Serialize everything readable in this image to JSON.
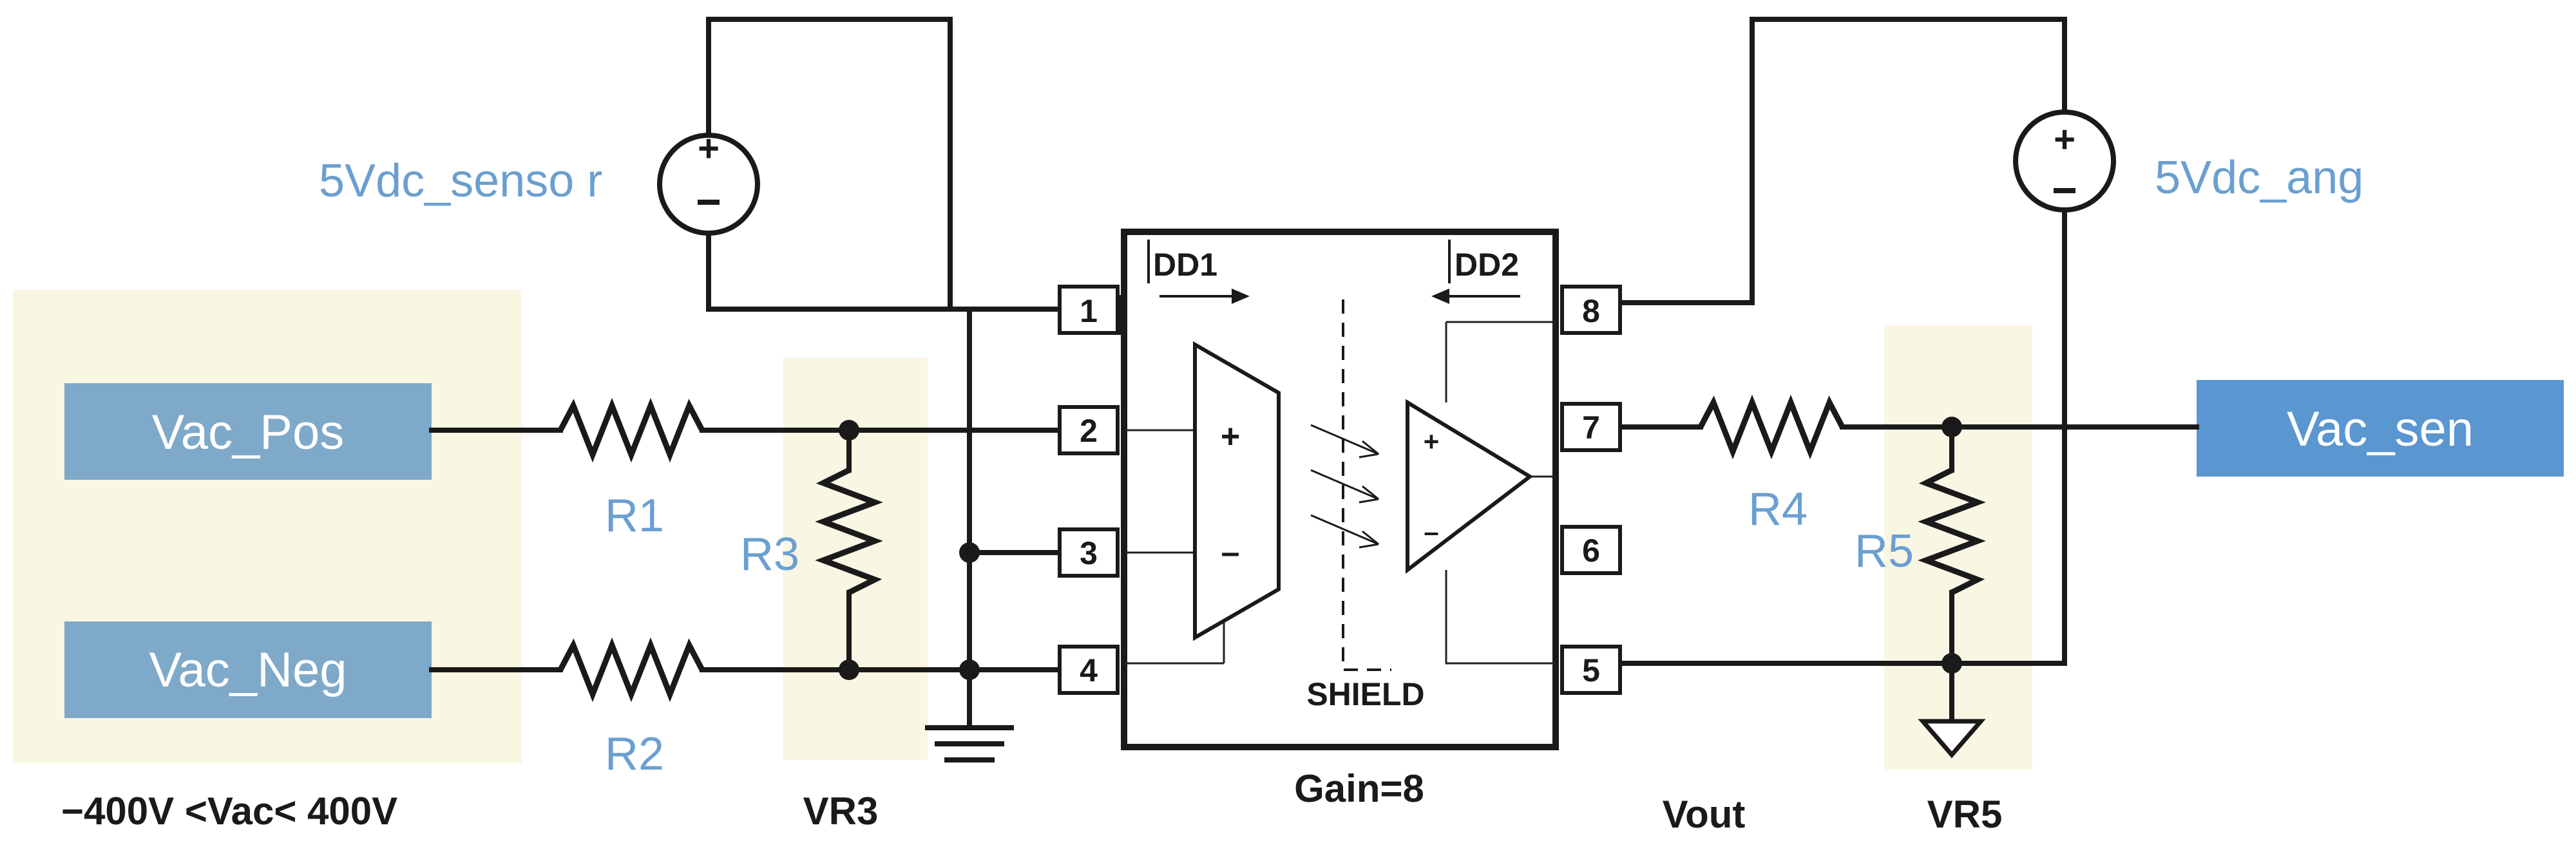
{
  "colors": {
    "label_blue": "#6a9fd0",
    "box_fill": "#7fa9c9",
    "box_fill_right": "#5a96d0",
    "highlight": "#faf6e4",
    "wire": "#1a1a1a"
  },
  "input_positive": "Vac_Pos",
  "input_negative": "Vac_Neg",
  "output": "Vac_sen",
  "resistors": {
    "r1": "R1",
    "r2": "R2",
    "r3": "R3",
    "r4": "R4",
    "r5": "R5"
  },
  "supply_left": "5Vdc_senso r",
  "supply_right": "5Vdc_ang",
  "chip": {
    "pins": [
      "1",
      "2",
      "3",
      "4",
      "5",
      "6",
      "7",
      "8"
    ],
    "idd1_main": "I",
    "idd1_sub": "DD1",
    "idd2_main": "I",
    "idd2_sub": "DD2",
    "shield": "SHIELD",
    "plus": "+",
    "minus": "–"
  },
  "captions": {
    "input_range": "−400V <Vac< 400V",
    "vr3": "VR3",
    "gain": "Gain=8",
    "vout": "Vout",
    "vr5": "VR5"
  }
}
